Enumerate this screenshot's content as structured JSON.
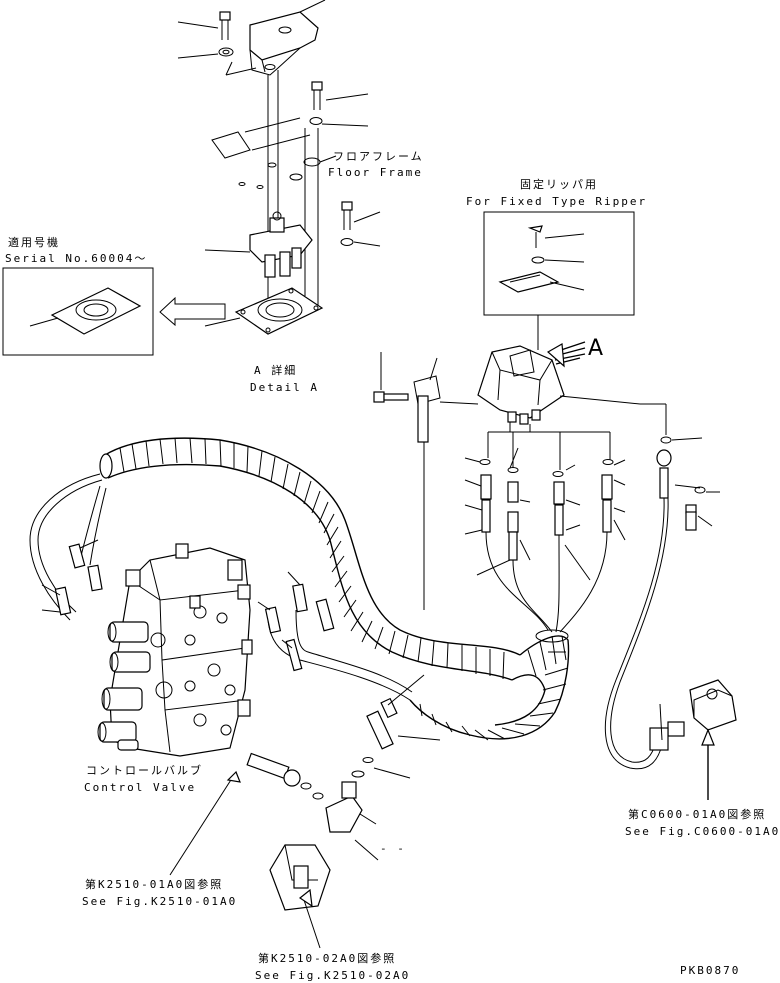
{
  "labels": {
    "floor_frame_jp": "フロアフレーム",
    "floor_frame_en": "Floor Frame",
    "serial_jp": "適用号機",
    "serial_en": "Serial No.60004～",
    "detail_jp": "A 詳細",
    "detail_en": "Detail A",
    "ripper_jp": "固定リッパ用",
    "ripper_en": "For Fixed Type Ripper",
    "view_marker": "A",
    "control_valve_jp": "コントロールバルブ",
    "control_valve_en": "Control Valve",
    "ref_c0600_jp": "第C0600-01A0図参照",
    "ref_c0600_en": "See Fig.C0600-01A0",
    "ref_k2510_01_jp": "第K2510-01A0図参照",
    "ref_k2510_01_en": "See Fig.K2510-01A0",
    "ref_k2510_02_jp": "第K2510-02A0図参照",
    "ref_k2510_02_en": "See Fig.K2510-02A0",
    "drawing_code": "PKB0870",
    "dash_mark": "- -"
  },
  "colors": {
    "ink": "#000000",
    "paper": "#ffffff"
  }
}
